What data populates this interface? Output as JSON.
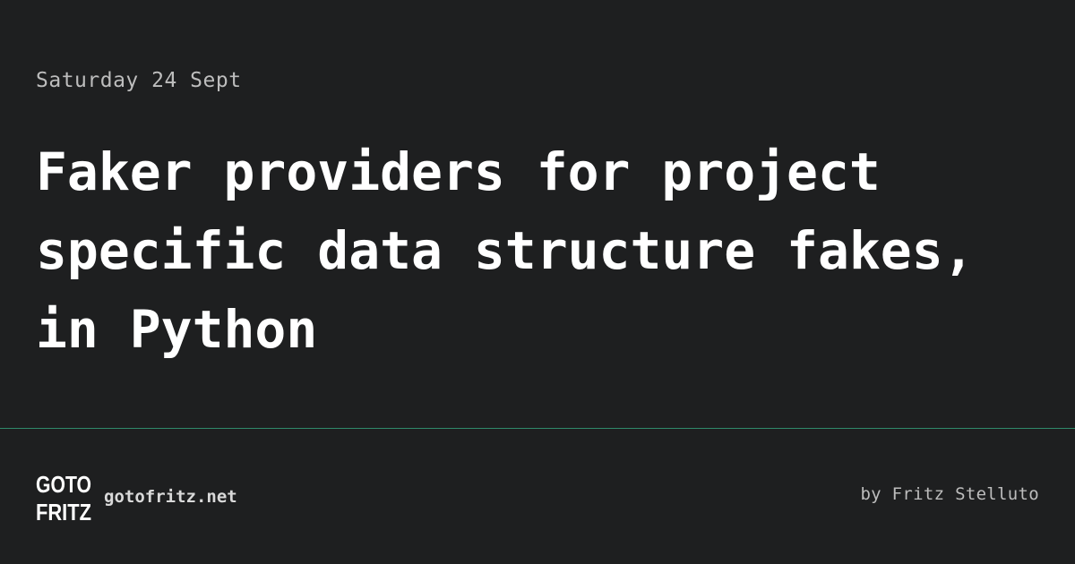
{
  "post": {
    "date": "Saturday 24 Sept",
    "title_lines": [
      "Faker providers for project",
      "specific data structure fakes,",
      "in Python"
    ],
    "author": "by Fritz Stelluto"
  },
  "footer": {
    "logo_text": [
      "GOTO",
      "FRITZ"
    ],
    "site": "gotofritz.net",
    "divider_color": "#2f8a6a"
  },
  "colors": {
    "background": "#1e1f20",
    "title": "#ffffff",
    "muted": "#bdbdbd"
  }
}
